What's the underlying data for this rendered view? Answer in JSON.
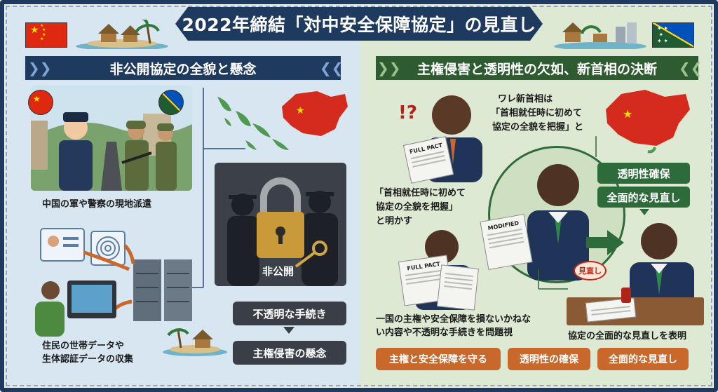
{
  "title": "2022年締結「対中安全保障協定」の見直し",
  "left": {
    "header": "非公開協定の全貌と懸念",
    "caption_military": "中国の軍や警察の現地派遣",
    "lock_label": "非公開",
    "caption_data_line1": "住民の世帯データや",
    "caption_data_line2": "生体認証データの収集",
    "pill_opaque": "不透明な手続き",
    "pill_sovereignty": "主権侵害の懸念"
  },
  "right": {
    "header": "主権侵害と透明性の欠如、新首相の決断",
    "quote_top_line1": "ワレ新首相は",
    "quote_top_line2": "「首相就任時に初めて",
    "quote_top_line3": "協定の全貌を把握」と",
    "quote_mid_line1": "「首相就任時に初めて",
    "quote_mid_line2": "協定の全貌を把握」",
    "quote_mid_line3": "と明かす",
    "exclaim": "!?",
    "paper_top": "FULL PACT",
    "paper_center": "MODIFIED",
    "paper_bottom": "FULL PACT",
    "pill_transparency": "透明性確保",
    "pill_review": "全面的な見直し",
    "stamp": "見直し",
    "caption_problem_line1": "一国の主権や安全保障を損ないかねな",
    "caption_problem_line2": "い内容や不透明な手続きを問題視",
    "caption_review": "協定の全面的な見直しを表明"
  },
  "bottom_buttons": [
    "主権と安全保障を守る",
    "透明性の確保",
    "全面的な見直し"
  ],
  "colors": {
    "navy": "#1f3a5f",
    "green": "#2e6b3a",
    "orange": "#c8692b",
    "china_red": "#de2910",
    "china_yellow": "#ffde00"
  },
  "icons": [
    "china-flag-icon",
    "solomon-flag-icon",
    "lock-icon",
    "key-icon",
    "fingerprint-icon",
    "server-icon",
    "id-card-icon",
    "arrow-icon"
  ]
}
